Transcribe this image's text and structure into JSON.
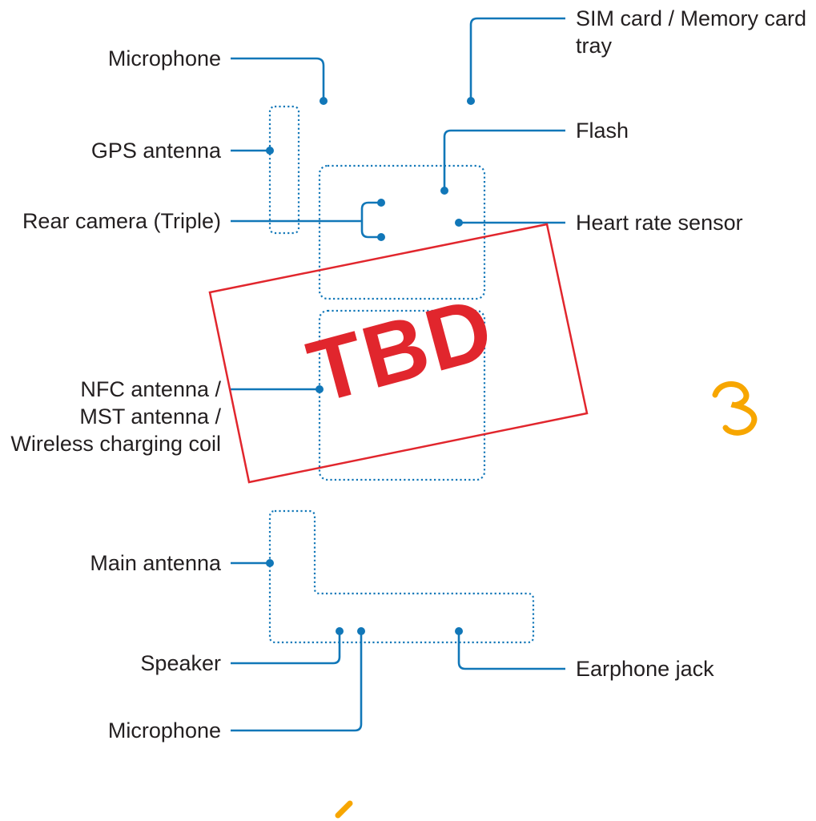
{
  "labels": {
    "microphone_top": "Microphone",
    "sim_tray_line1": "SIM card / Memory card",
    "sim_tray_line2": "tray",
    "gps_antenna": "GPS antenna",
    "flash": "Flash",
    "rear_camera": "Rear camera (Triple)",
    "heart_rate_sensor": "Heart rate sensor",
    "nfc_line1": "NFC antenna /",
    "nfc_line2": "MST antenna /",
    "nfc_line3": "Wireless charging coil",
    "main_antenna": "Main antenna",
    "speaker": "Speaker",
    "earphone_jack": "Earphone jack",
    "microphone_bottom": "Microphone"
  },
  "stamp": {
    "text": "TBD",
    "color": "#e1262d"
  },
  "colors": {
    "leader": "#1177b8",
    "accent_orange": "#f7a600"
  },
  "decorations": [
    "orange-curl-mark",
    "orange-dash-mark"
  ]
}
